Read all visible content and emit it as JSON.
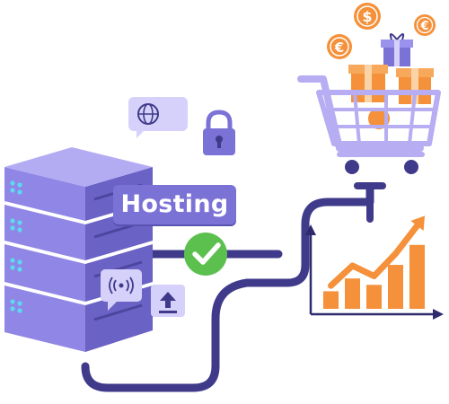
{
  "labels": {
    "hosting": "Hosting"
  },
  "currency": {
    "dollar": "$",
    "euro": "€"
  },
  "icons": [
    "server-icon",
    "globe-chat-icon",
    "lock-icon",
    "check-icon",
    "wireless-signal-icon",
    "upload-icon",
    "shopping-cart-icon",
    "gift-icon",
    "coin-icon",
    "growth-chart-icon"
  ],
  "colors": {
    "server_front": "#8f86e6",
    "server_side": "#5f57b8",
    "server_top": "#b3acf2",
    "cable": "#3f3a8a",
    "check_green": "#5cc04e",
    "accent_orange": "#f5913a",
    "cart_lavender": "#b6adf3",
    "axis_navy": "#2e2a6e"
  },
  "chart_data": {
    "type": "bar",
    "title": "",
    "xlabel": "",
    "ylabel": "",
    "categories": [
      "",
      "",
      "",
      "",
      ""
    ],
    "values": [
      22,
      38,
      30,
      55,
      80
    ],
    "trend": [
      20,
      45,
      32,
      60,
      95
    ],
    "ylim": [
      0,
      100
    ],
    "grid": false,
    "legend": "none"
  }
}
